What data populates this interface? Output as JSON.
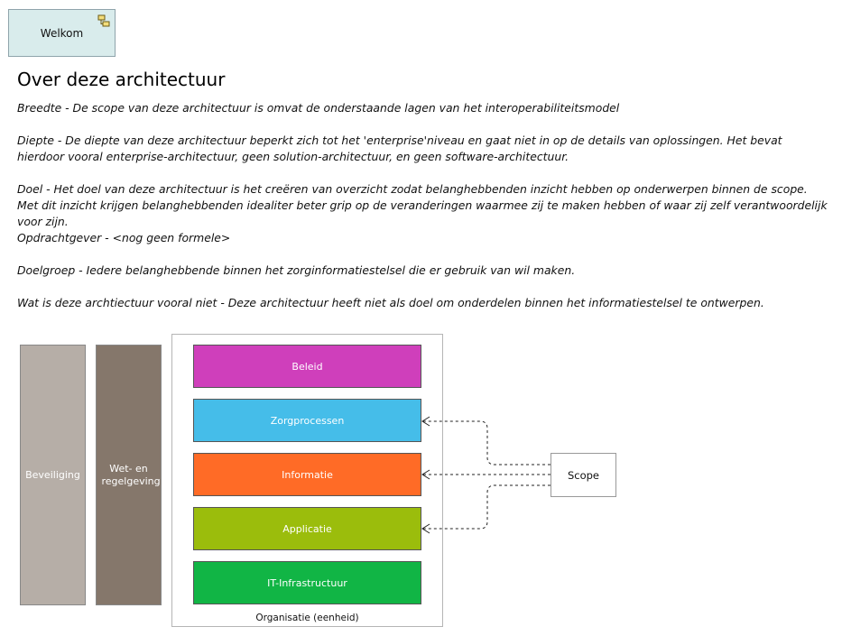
{
  "welkom": {
    "label": "Welkom"
  },
  "page_title": "Over deze architectuur",
  "paragraphs": [
    "Breedte - De scope van deze architectuur is omvat de onderstaande lagen van het interoperabiliteitsmodel",
    "Diepte - De diepte van deze architectuur beperkt zich tot het 'enterprise'niveau en gaat niet in op de details van oplossingen. Het bevat hierdoor vooral enterprise-architectuur, geen solution-architectuur, en geen software-architectuur.",
    "Doel - Het doel van deze architectuur is het creëren van overzicht zodat belanghebbenden inzicht hebben op onderwerpen binnen de scope. Met dit inzicht krijgen belanghebbenden idealiter beter grip op de veranderingen waarmee zij te maken hebben of waar zij zelf verantwoordelijk voor zijn.",
    "Opdrachtgever - <nog geen formele>",
    "Doelgroep - Iedere belanghebbende binnen het zorginformatiestelsel die er gebruik van wil maken.",
    "Wat is deze archtiectuur vooral niet - Deze architectuur heeft niet als doel om onderdelen binnen het informatiestelsel te ontwerpen."
  ],
  "diagram": {
    "columns": [
      {
        "label": "Beveiliging",
        "color": "#b6aea7"
      },
      {
        "label": "Wet- en regelgeving",
        "color": "#85776b"
      }
    ],
    "container_label": "Organisatie (eenheid)",
    "layers": [
      {
        "label": "Beleid",
        "color": "#cf3fbb"
      },
      {
        "label": "Zorgprocessen",
        "color": "#45bde9"
      },
      {
        "label": "Informatie",
        "color": "#ff6b26"
      },
      {
        "label": "Applicatie",
        "color": "#9bbd0c"
      },
      {
        "label": "IT-Infrastructuur",
        "color": "#11b545"
      }
    ],
    "scope_label": "Scope"
  }
}
